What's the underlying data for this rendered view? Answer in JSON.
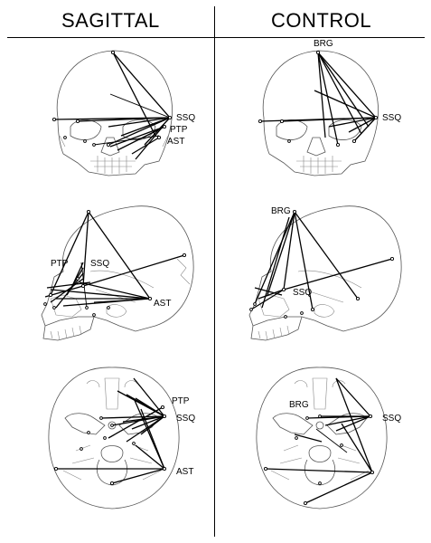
{
  "columns": {
    "left_title": "SAGITTAL",
    "right_title": "CONTROL"
  },
  "labels": {
    "ssq": "SSQ",
    "ptp": "PTP",
    "ast": "AST",
    "brg": "BRG"
  },
  "colors": {
    "background": "#ffffff",
    "skull_outline": "#555555",
    "network_lines": "#000000"
  }
}
